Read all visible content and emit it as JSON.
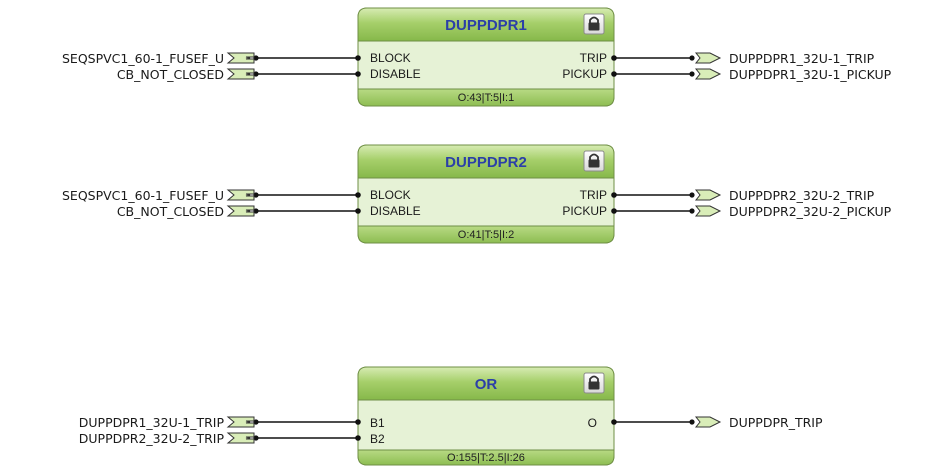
{
  "colors": {
    "header_green": "#a6cf6a",
    "body_green": "#e6f2d6",
    "footer_green": "#a6cf6a",
    "title_blue": "#2b3fa8",
    "wire": "#111111"
  },
  "blocks": [
    {
      "title": "DUPPDPR1",
      "lock_icon": "lock-icon",
      "inputs": [
        "BLOCK",
        "DISABLE"
      ],
      "outputs": [
        "TRIP",
        "PICKUP"
      ],
      "footer": "O:43|T:5|I:1",
      "input_signals": [
        "SEQSPVC1_60-1_FUSEF_U",
        "CB_NOT_CLOSED"
      ],
      "output_signals": [
        "DUPPDPR1_32U-1_TRIP",
        "DUPPDPR1_32U-1_PICKUP"
      ]
    },
    {
      "title": "DUPPDPR2",
      "lock_icon": "lock-icon",
      "inputs": [
        "BLOCK",
        "DISABLE"
      ],
      "outputs": [
        "TRIP",
        "PICKUP"
      ],
      "footer": "O:41|T:5|I:2",
      "input_signals": [
        "SEQSPVC1_60-1_FUSEF_U",
        "CB_NOT_CLOSED"
      ],
      "output_signals": [
        "DUPPDPR2_32U-2_TRIP",
        "DUPPDPR2_32U-2_PICKUP"
      ]
    },
    {
      "title": "OR",
      "lock_icon": "lock-icon",
      "inputs": [
        "B1",
        "B2"
      ],
      "outputs": [
        "O"
      ],
      "footer": "O:155|T:2.5|I:26",
      "input_signals": [
        "DUPPDPR1_32U-1_TRIP",
        "DUPPDPR2_32U-2_TRIP"
      ],
      "output_signals": [
        "DUPPDPR_TRIP"
      ]
    }
  ]
}
